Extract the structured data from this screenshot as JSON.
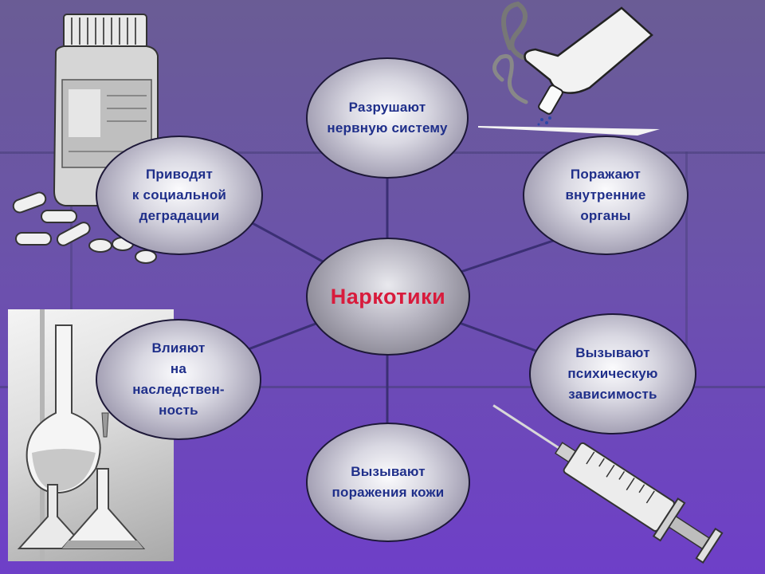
{
  "center": {
    "label": "Наркотики"
  },
  "nodes": [
    {
      "id": "nerve",
      "label": "Разрушают\nнервную систему"
    },
    {
      "id": "organs",
      "label": "Поражают\nвнутренние\nорганы"
    },
    {
      "id": "dependence",
      "label": "Вызывают\nпсихическую\nзависимость"
    },
    {
      "id": "skin",
      "label": "Вызывают\nпоражения кожи"
    },
    {
      "id": "heredity",
      "label": "Влияют\nна\nнаследствен-\nность"
    },
    {
      "id": "degradation",
      "label": "Приводят\nк социальной\nдеградации"
    }
  ],
  "colors": {
    "node_text": "#1f2f8a",
    "center_text": "#d81b3c",
    "connector": "#3b2f74"
  },
  "icons": [
    "pill-bottle-icon",
    "pills-icon",
    "hand-cigarette-icon",
    "lab-flasks-icon",
    "syringe-icon"
  ]
}
